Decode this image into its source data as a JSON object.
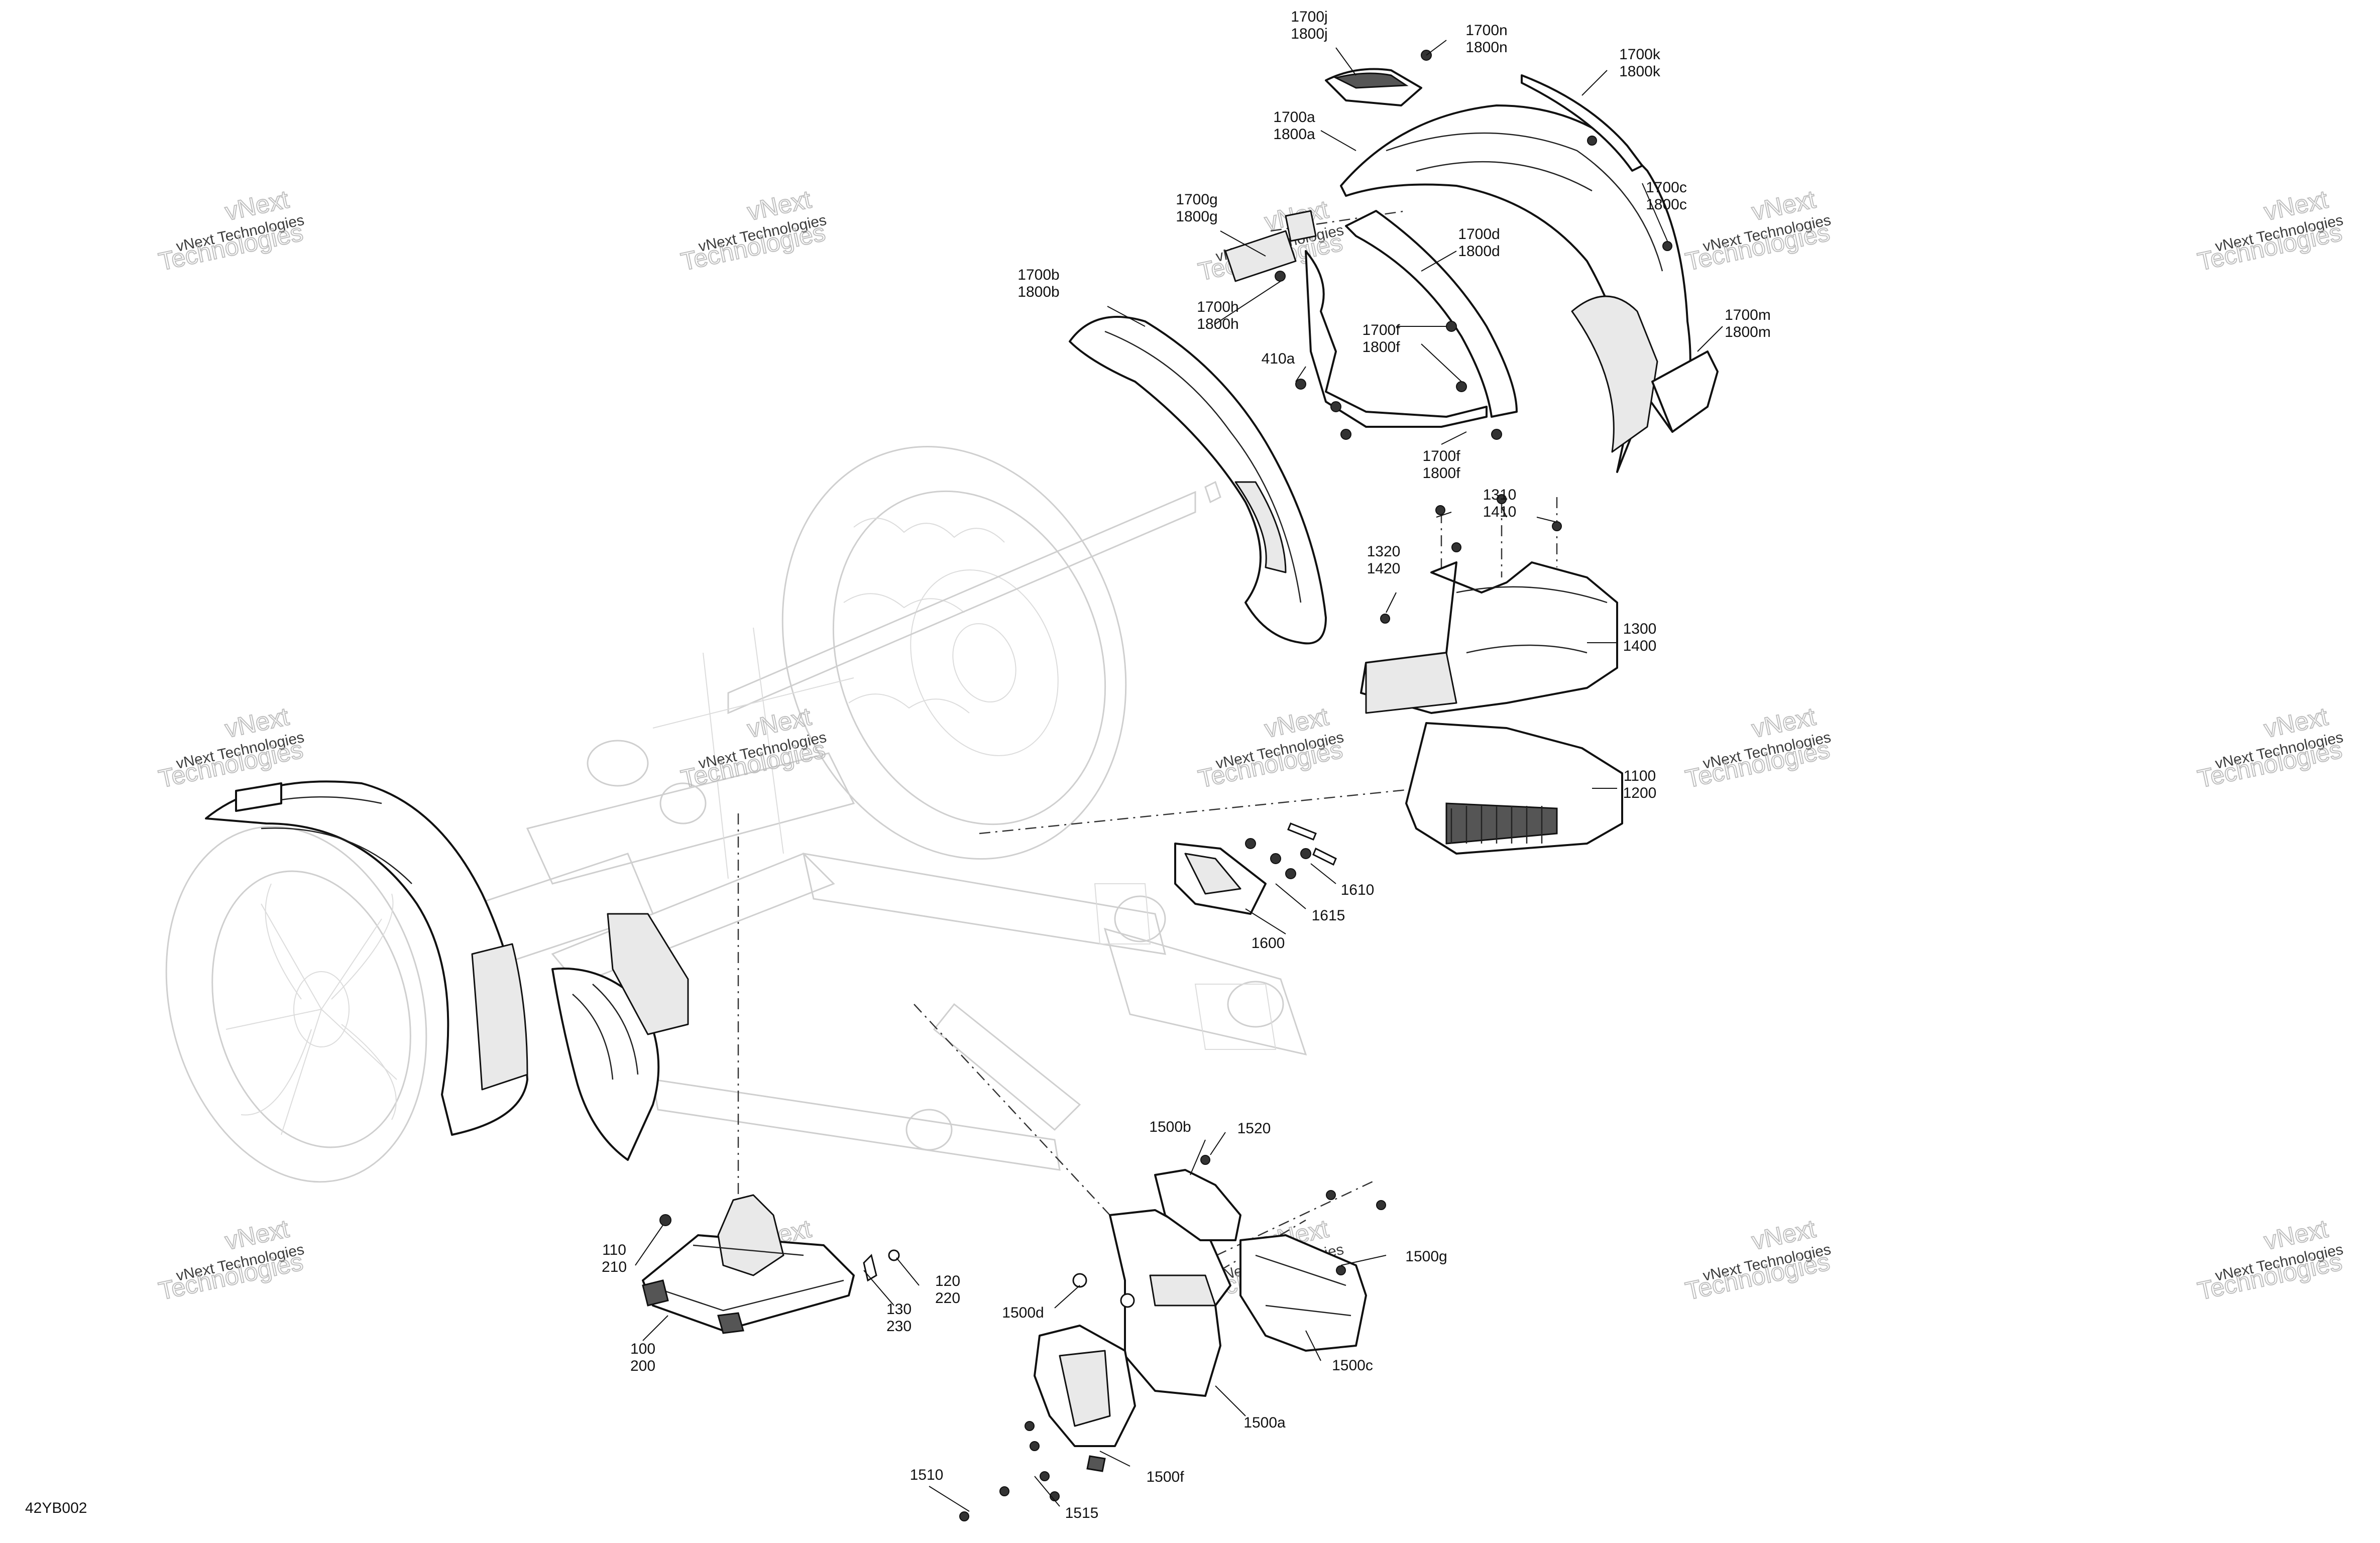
{
  "diagram_code": "42YB002",
  "watermark": {
    "line1": "vNext Technologies",
    "line2": "vNext",
    "line3": "Technologies"
  },
  "callouts": {
    "c1700j": [
      "1700j",
      "1800j"
    ],
    "c1700n": [
      "1700n",
      "1800n"
    ],
    "c1700k": [
      "1700k",
      "1800k"
    ],
    "c1700a": [
      "1700a",
      "1800a"
    ],
    "c1700c": [
      "1700c",
      "1800c"
    ],
    "c1700g": [
      "1700g",
      "1800g"
    ],
    "c1700d": [
      "1700d",
      "1800d"
    ],
    "c1700b": [
      "1700b",
      "1800b"
    ],
    "c1700h": [
      "1700h",
      "1800h"
    ],
    "c1700f_a": [
      "1700f",
      "1800f"
    ],
    "c410a": [
      "410a"
    ],
    "c1700m": [
      "1700m",
      "1800m"
    ],
    "c1700f_b": [
      "1700f",
      "1800f"
    ],
    "c1310": [
      "1310",
      "1410"
    ],
    "c1320": [
      "1320",
      "1420"
    ],
    "c1300": [
      "1300",
      "1400"
    ],
    "c1100": [
      "1100",
      "1200"
    ],
    "c1610": [
      "1610"
    ],
    "c1615": [
      "1615"
    ],
    "c1600": [
      "1600"
    ],
    "c1500b": [
      "1500b"
    ],
    "c1520": [
      "1520"
    ],
    "c1500g": [
      "1500g"
    ],
    "c1500d": [
      "1500d"
    ],
    "c1500c": [
      "1500c"
    ],
    "c1500a": [
      "1500a"
    ],
    "c1500f": [
      "1500f"
    ],
    "c1510": [
      "1510"
    ],
    "c1515": [
      "1515"
    ],
    "c110": [
      "110",
      "210"
    ],
    "c120": [
      "120",
      "220"
    ],
    "c130": [
      "130",
      "230"
    ],
    "c100": [
      "100",
      "200"
    ]
  }
}
